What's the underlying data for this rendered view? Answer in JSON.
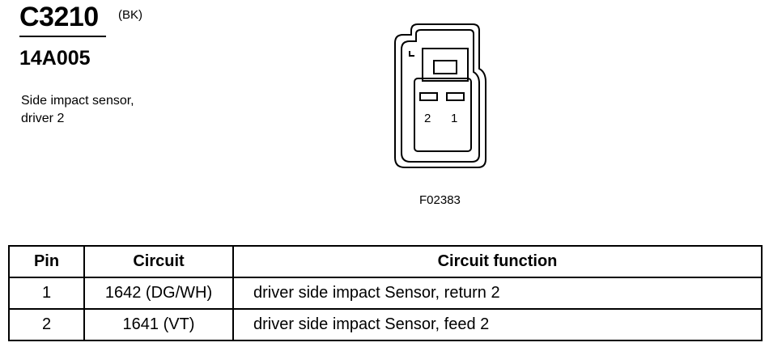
{
  "header": {
    "connector_id": "C3210",
    "color_code": "(BK)",
    "part_number": "14A005",
    "description_line1": "Side impact sensor,",
    "description_line2": "driver 2"
  },
  "diagram": {
    "pin_labels": [
      "2",
      "1"
    ],
    "figure_code": "F02383"
  },
  "table": {
    "headers": [
      "Pin",
      "Circuit",
      "Circuit function"
    ],
    "rows": [
      {
        "pin": "1",
        "circuit": "1642 (DG/WH)",
        "function": "driver side impact Sensor, return 2"
      },
      {
        "pin": "2",
        "circuit": "1641 (VT)",
        "function": "driver side impact Sensor, feed 2"
      }
    ]
  }
}
